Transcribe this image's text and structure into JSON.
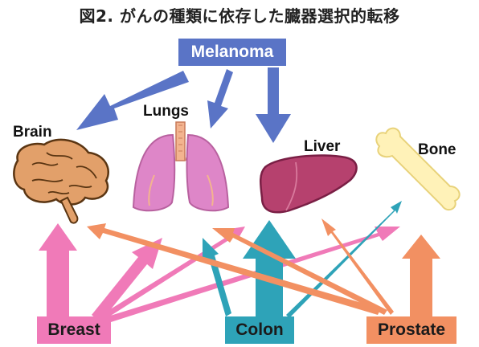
{
  "title": "図2. がんの種類に依存した臓器選択的転移",
  "sources": {
    "melanoma": "Melanoma",
    "breast": "Breast",
    "colon": "Colon",
    "prostate": "Prostate"
  },
  "organs": {
    "brain": "Brain",
    "lungs": "Lungs",
    "liver": "Liver",
    "bone": "Bone"
  },
  "colors": {
    "melanoma": "#5a74c6",
    "breast": "#f07ab8",
    "colon": "#2ea3b8",
    "prostate": "#f29062"
  }
}
